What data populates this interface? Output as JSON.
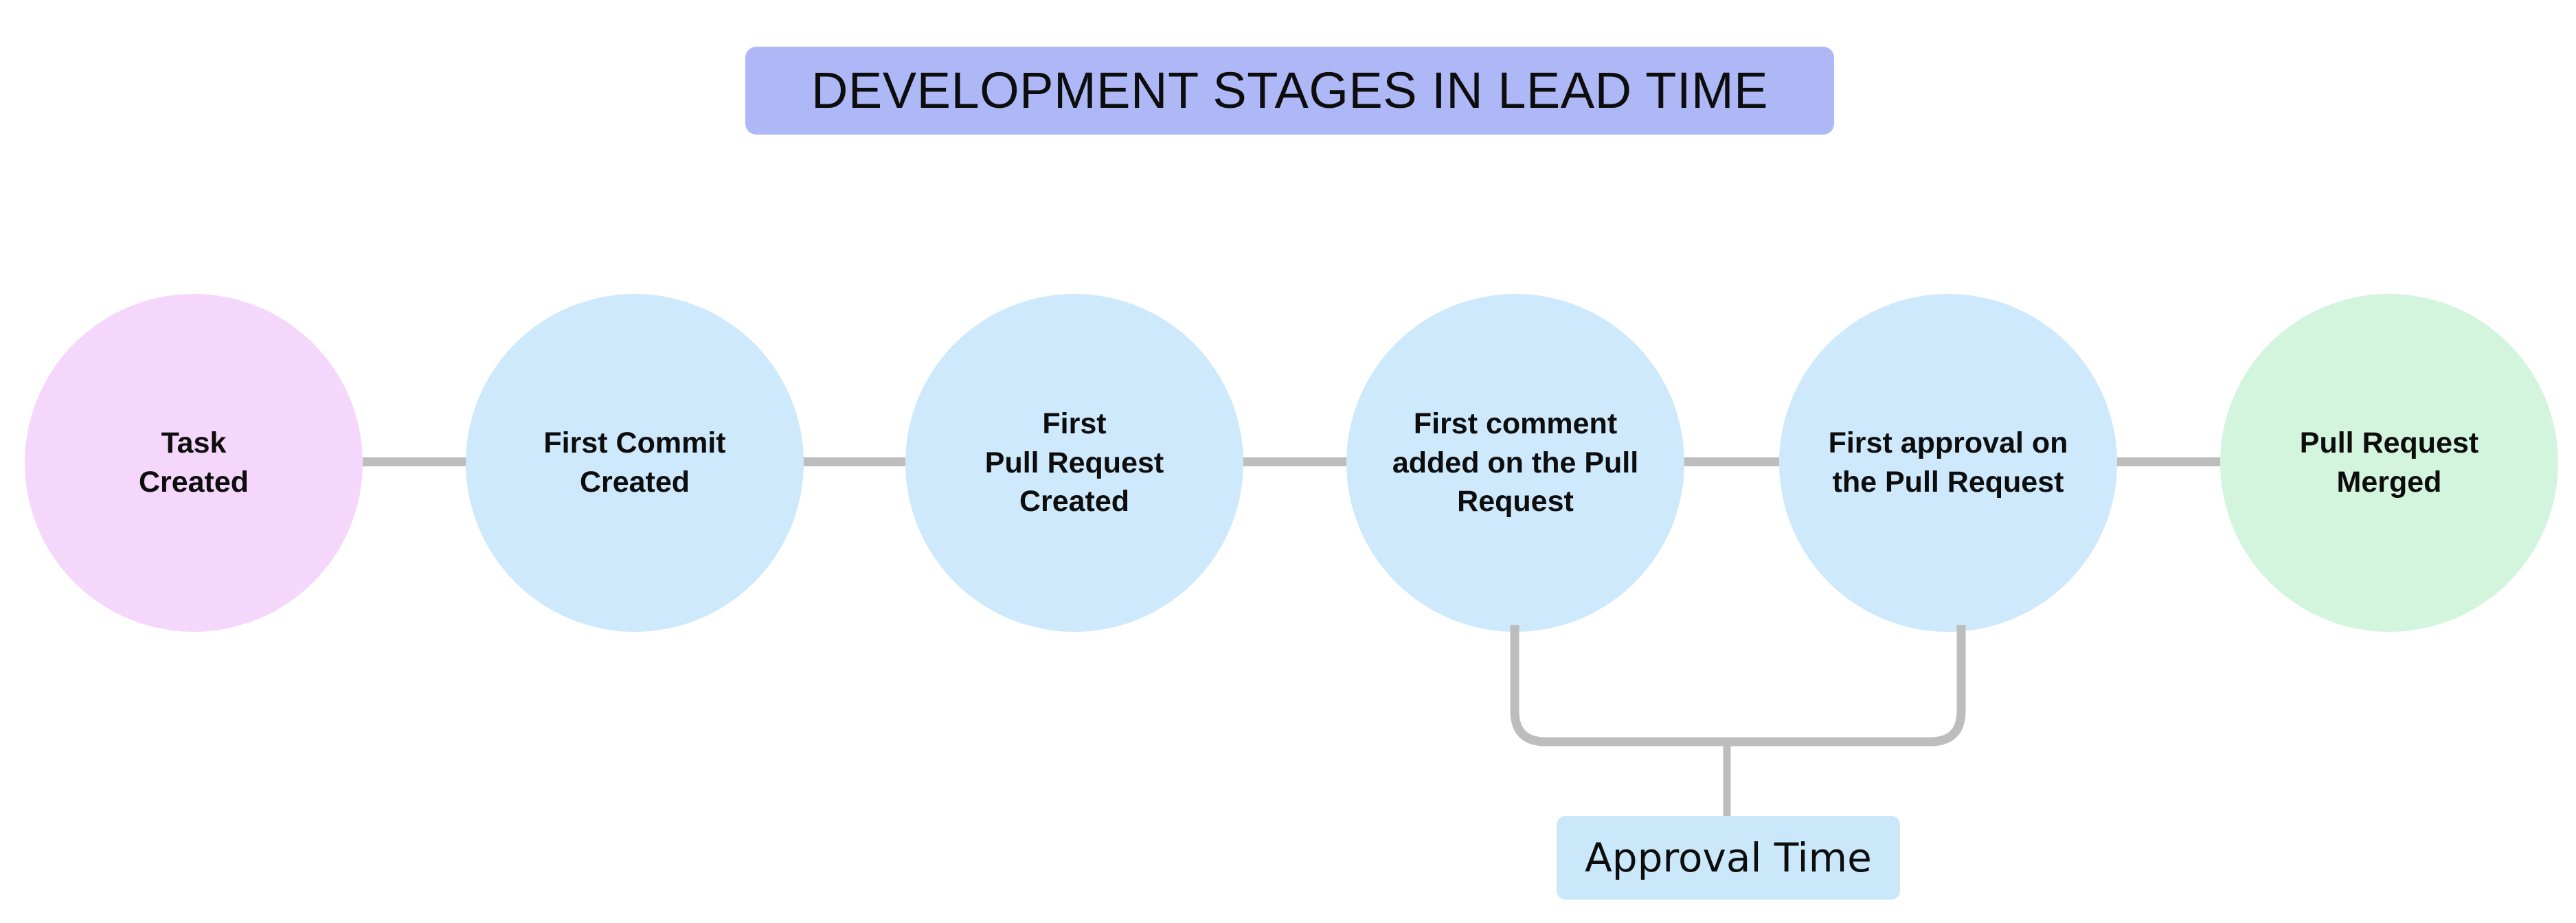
{
  "diagram": {
    "title": "DEVELOPMENT STAGES IN LEAD TIME",
    "title_bg_color": "#aeb8f7",
    "canvas_bg_color": "#ffffff",
    "connector_color": "#bdbdbd",
    "stages": [
      {
        "id": "task-created",
        "label": "Task\nCreated",
        "color": "#f5d7fb",
        "order": 1
      },
      {
        "id": "first-commit-created",
        "label": "First Commit\nCreated",
        "color": "#cde9fb",
        "order": 2
      },
      {
        "id": "first-pull-request-created",
        "label": "First\nPull Request\nCreated",
        "color": "#cde9fb",
        "order": 3
      },
      {
        "id": "first-comment-added",
        "label": "First comment\nadded on the Pull\nRequest",
        "color": "#cde9fb",
        "order": 4
      },
      {
        "id": "first-approval",
        "label": "First approval on\nthe Pull Request",
        "color": "#cde9fb",
        "order": 5
      },
      {
        "id": "pull-request-merged",
        "label": "Pull Request\nMerged",
        "color": "#d3f5de",
        "order": 6
      }
    ],
    "annotation": {
      "label": "Approval Time",
      "bg_color": "#cbe8fb",
      "spans_from": "first-comment-added",
      "spans_to": "first-approval"
    }
  }
}
